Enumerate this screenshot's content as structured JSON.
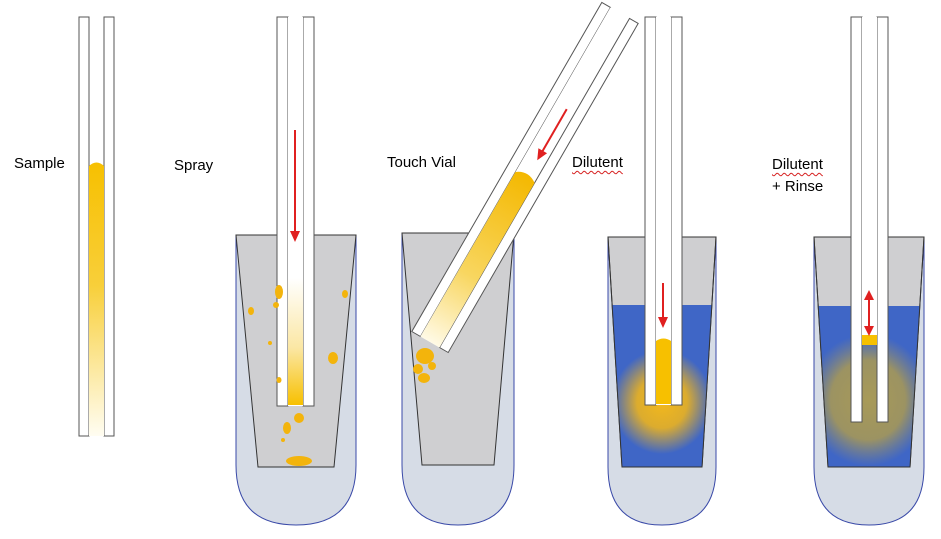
{
  "labels": {
    "sample": "Sample",
    "spray": "Spray",
    "touch_vial": "Touch Vial",
    "dilutent": "Dilutent",
    "dilutent_rinse_line1": "Dilutent",
    "dilutent_rinse_line2": "+ Rinse"
  },
  "icons": {
    "flow_arrow": "down-arrow-icon",
    "rinse_arrow": "up-down-arrow-icon"
  },
  "colors": {
    "sample_yellow": "#f7c000",
    "droplet": "#f3b40c",
    "vial_outline": "#3a4aa8",
    "vial_fill": "#d6dce6",
    "insert_fill": "#cfcfd1",
    "dilutent_blue": "#3f66c6",
    "arrow_red": "#e02020"
  }
}
